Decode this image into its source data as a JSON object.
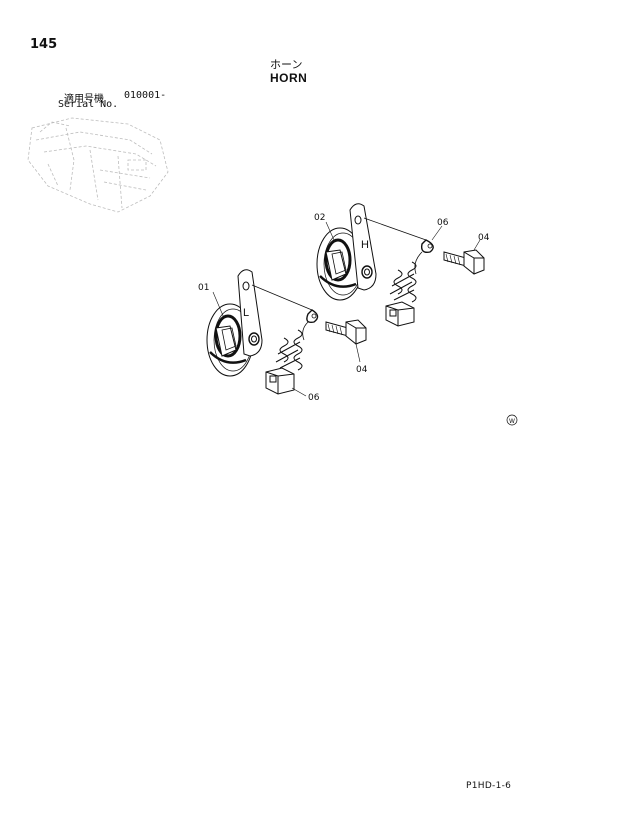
{
  "page": {
    "number": "145",
    "title_jp": "ホーン",
    "title_en": "HORN",
    "serial_label_jp": "適用号機",
    "serial_value": "010001-",
    "serial_label_en": "Serial No.",
    "doc_code": "P1HD-1-6"
  },
  "callouts": [
    {
      "id": "label-01",
      "text": "01"
    },
    {
      "id": "label-02",
      "text": "02"
    },
    {
      "id": "label-06a",
      "text": "06"
    },
    {
      "id": "label-04a",
      "text": "04"
    },
    {
      "id": "label-04b",
      "text": "04"
    },
    {
      "id": "label-06b",
      "text": "06"
    }
  ],
  "horns": [
    {
      "id": "horn-low",
      "mark": "L"
    },
    {
      "id": "horn-high",
      "mark": "H"
    }
  ],
  "watermark": "W",
  "colors": {
    "ink": "#111111",
    "ghost": "#b9b9b9"
  }
}
